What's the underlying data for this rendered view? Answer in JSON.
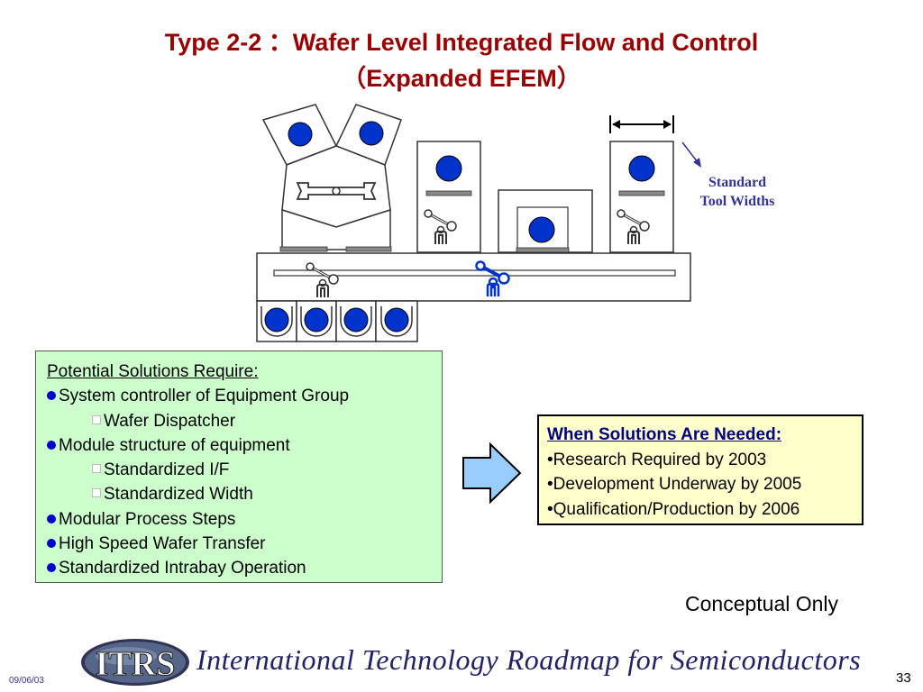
{
  "title": {
    "line1": "Type 2-2 ：Wafer Level Integrated Flow and Control",
    "line2": "（Expanded EFEM）"
  },
  "diagram": {
    "tool_width_label_line1": "Standard",
    "tool_width_label_line2": "Tool Widths",
    "accent_blue": "#0033cc",
    "arrow_fill": "#99ccff"
  },
  "solutions_box": {
    "header": "Potential Solutions Require:",
    "items": [
      {
        "text": "System controller of Equipment Group",
        "level": 1
      },
      {
        "text": "Wafer Dispatcher",
        "level": 2
      },
      {
        "text": "Module structure of equipment",
        "level": 1
      },
      {
        "text": "Standardized I/F",
        "level": 2
      },
      {
        "text": "Standardized Width",
        "level": 2
      },
      {
        "text": "Modular Process Steps",
        "level": 1
      },
      {
        "text": "High Speed Wafer Transfer",
        "level": 1
      },
      {
        "text": "Standardized Intrabay Operation",
        "level": 1
      }
    ],
    "fill": "#ccffcc"
  },
  "timing_box": {
    "header": "When Solutions Are Needed:",
    "items": [
      "•Research Required by 2003",
      "•Development Underway by 2005",
      "•Qualification/Production by 2006"
    ],
    "fill": "#ffffcc"
  },
  "note": "Conceptual Only",
  "footer": {
    "logo_text": "ITRS",
    "org_name": "International Technology Roadmap for Semiconductors",
    "date": "09/06/03",
    "page": "33"
  }
}
